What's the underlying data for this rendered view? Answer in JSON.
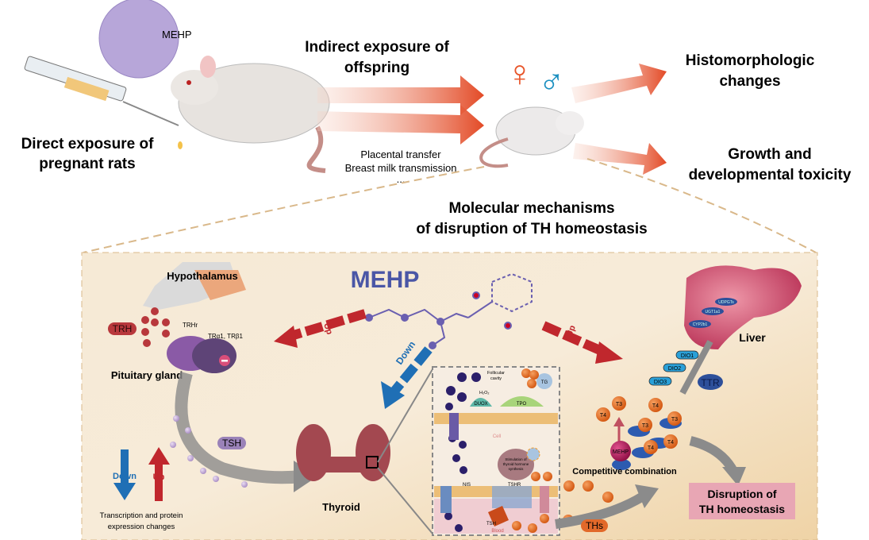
{
  "top": {
    "mehp_label": "MEHP",
    "direct_exposure": [
      "Direct exposure of",
      "pregnant rats"
    ],
    "indirect_exposure": [
      "Indirect exposure of",
      "offspring"
    ],
    "routes": [
      "Placental transfer",
      "Breast milk transmission",
      "..."
    ],
    "outcome1": [
      "Histomorphologic",
      "changes"
    ],
    "outcome2": [
      "Growth and",
      "developmental toxicity"
    ],
    "mechanisms": [
      "Molecular mechanisms",
      "of disruption of TH homeostasis"
    ],
    "female_symbol": "♀",
    "male_symbol": "♂"
  },
  "panel": {
    "title": "MEHP",
    "hypothalamus": "Hypothalamus",
    "pituitary": "Pituitary gland",
    "trh": "TRH",
    "trhr": "TRHr",
    "tr": "TRα1, TRβ1",
    "tsh": "TSH",
    "thyroid": "Thyroid",
    "up": "Up",
    "down": "Down",
    "legend_down": "Down",
    "legend_up": "Up",
    "legend_caption": [
      "Transcription and protein",
      "expression changes"
    ],
    "liver": "Liver",
    "liver_enzymes": [
      "UDPGTs",
      "UGT1a1",
      "CYP2b1"
    ],
    "dio": [
      "DIO1",
      "DIO2",
      "DIO3"
    ],
    "ttr": "TTR",
    "competitive": "Competitive combination",
    "hormones": [
      "T4",
      "T3",
      "T4",
      "T3",
      "T3",
      "T4",
      "T4"
    ],
    "mehp_ball": "MEHP",
    "ths": "THs",
    "disruption": [
      "Disruption of",
      "TH homeostasis"
    ],
    "cell": {
      "follicular": [
        "Follicular",
        "cavity"
      ],
      "h2o2": "H₂O₂",
      "duox": "DUOX",
      "tpo": "TPO",
      "tg": "TG",
      "cell_label": "Cell",
      "synthesis": [
        "Stimulation of",
        "thyroid hormone",
        "synthesis"
      ],
      "nis": "NIS",
      "tshr": "TSHR",
      "tsh": "TSH",
      "blood": "Blood"
    }
  },
  "colors": {
    "red_arrow": "#c0272d",
    "blue_arrow": "#1f6fb5",
    "title_blue": "#4a56a6",
    "panel_bg": "#f4e2c4",
    "disruption_box": "#e8a6b4"
  }
}
